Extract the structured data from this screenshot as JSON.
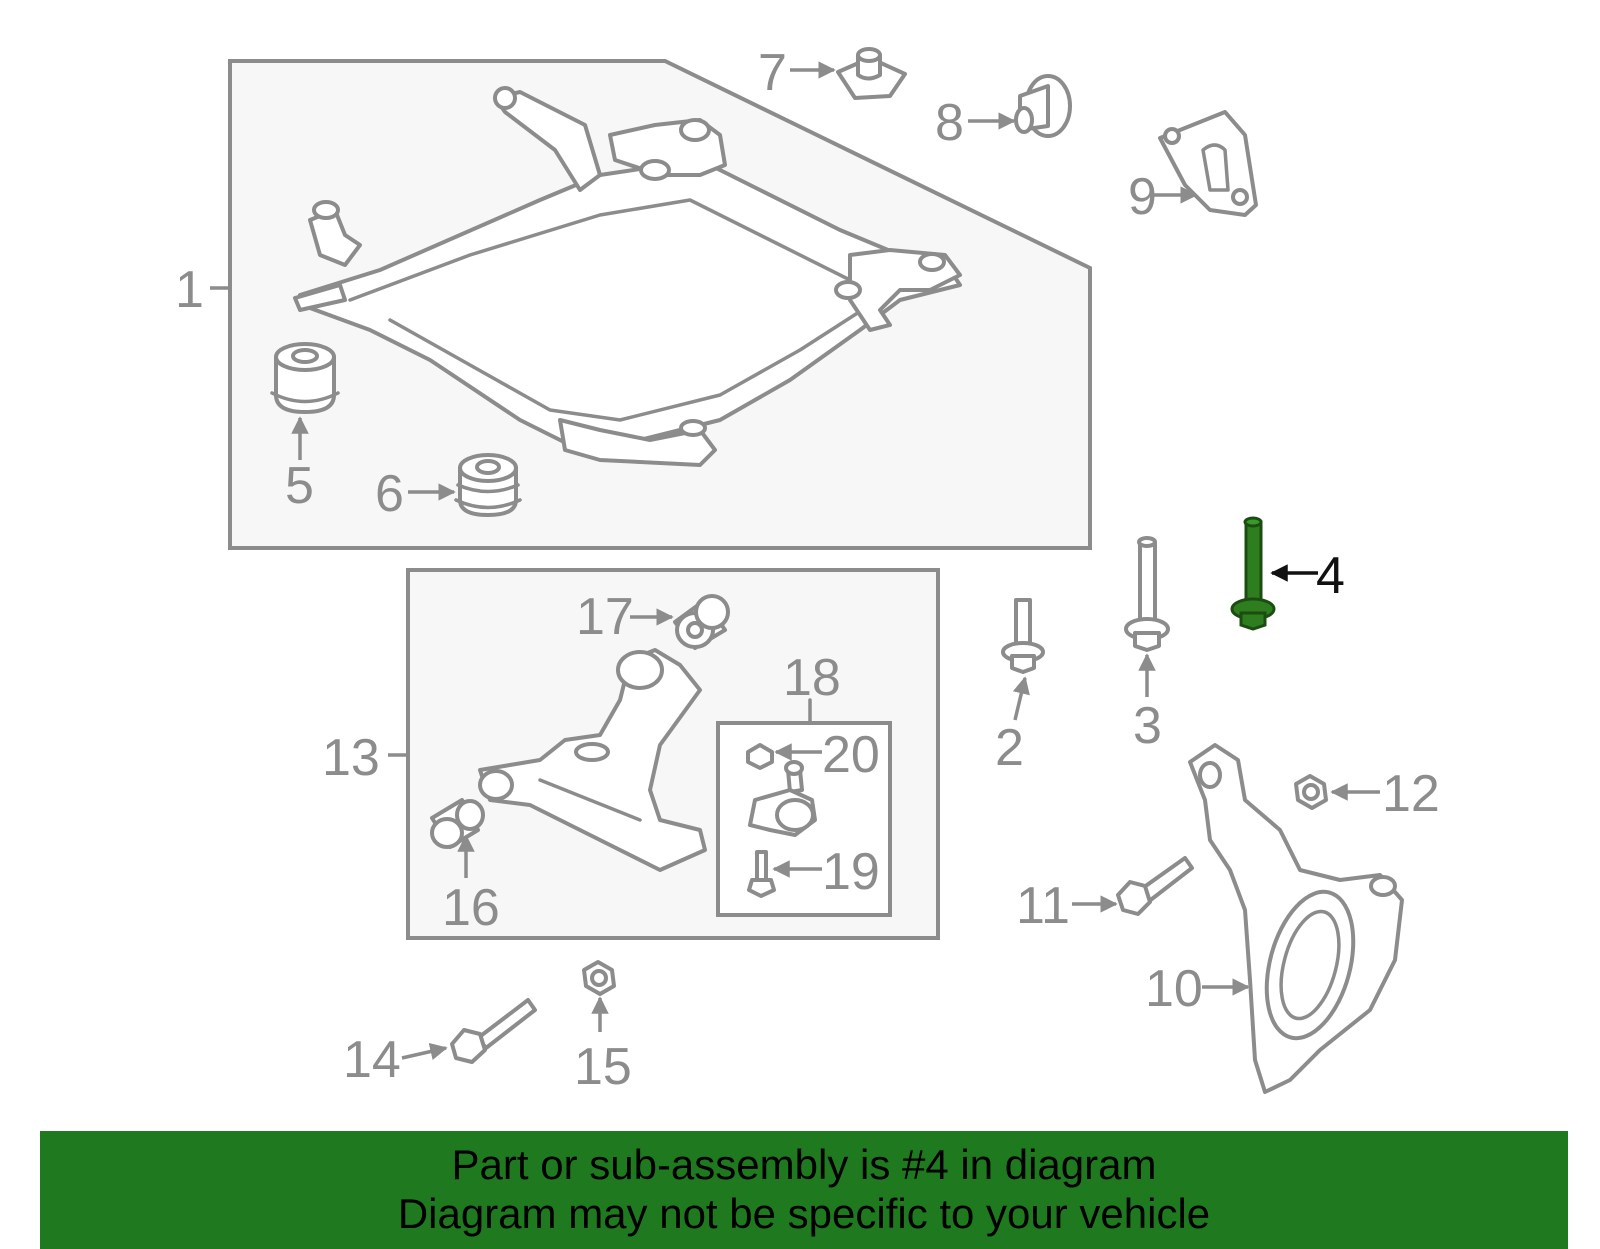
{
  "diagram": {
    "callouts": [
      "1",
      "2",
      "3",
      "4",
      "5",
      "6",
      "7",
      "8",
      "9",
      "10",
      "11",
      "12",
      "13",
      "14",
      "15",
      "16",
      "17",
      "18",
      "19",
      "20"
    ],
    "highlighted_part": "4",
    "highlight_color": "#2e7d1f",
    "line_color": "#8c8c8c"
  },
  "banner": {
    "line1": "Part or sub-assembly is #4 in diagram",
    "line2": "Diagram may not be specific to your vehicle",
    "background": "#1f7a1f"
  }
}
